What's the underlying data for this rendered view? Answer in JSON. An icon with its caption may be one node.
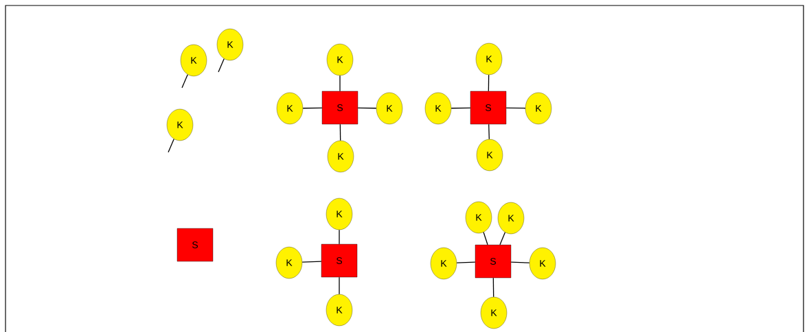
{
  "diagram": {
    "nodes": [
      {
        "text": [
          "K"
        ]
      },
      {
        "text": [
          "K"
        ]
      },
      {
        "text": [
          "K"
        ]
      },
      {
        "text": [
          "S"
        ]
      },
      {
        "text": [
          "K"
        ]
      },
      {
        "text": [
          "K"
        ]
      },
      {
        "text": [
          "K"
        ]
      },
      {
        "text": [
          "K"
        ]
      },
      {
        "text": [
          "S"
        ]
      },
      {
        "text": [
          "K"
        ]
      },
      {
        "text": [
          "K"
        ]
      },
      {
        "text": [
          "K"
        ]
      },
      {
        "text": [
          "K"
        ]
      },
      {
        "text": [
          "S"
        ]
      },
      {
        "text": [
          "S"
        ]
      },
      {
        "text": [
          "K"
        ]
      },
      {
        "text": [
          "K"
        ]
      },
      {
        "text": [
          "K"
        ]
      },
      {
        "text": [
          "S"
        ]
      },
      {
        "text": [
          "K"
        ]
      },
      {
        "text": [
          "K"
        ]
      },
      {
        "text": [
          "K"
        ]
      },
      {
        "text": [
          "K"
        ]
      },
      {
        "text": [
          "K"
        ]
      }
    ],
    "edges": [
      {
        "from": 0,
        "to": null,
        "arrow": "none"
      },
      {
        "from": 1,
        "to": null,
        "arrow": "none"
      },
      {
        "from": 2,
        "to": null,
        "arrow": "none"
      },
      {
        "from": 4,
        "to": 3,
        "arrow": "none"
      },
      {
        "from": 5,
        "to": 3,
        "arrow": "none"
      },
      {
        "from": 6,
        "to": 3,
        "arrow": "none"
      },
      {
        "from": 7,
        "to": 3,
        "arrow": "none"
      },
      {
        "from": 9,
        "to": 8,
        "arrow": "none"
      },
      {
        "from": 10,
        "to": 8,
        "arrow": "none"
      },
      {
        "from": 11,
        "to": 8,
        "arrow": "none"
      },
      {
        "from": 12,
        "to": 8,
        "arrow": "none"
      },
      {
        "from": 15,
        "to": 14,
        "arrow": "none"
      },
      {
        "from": 16,
        "to": 14,
        "arrow": "none"
      },
      {
        "from": 17,
        "to": 14,
        "arrow": "none"
      },
      {
        "from": 19,
        "to": 18,
        "arrow": "none"
      },
      {
        "from": 20,
        "to": 18,
        "arrow": "none"
      },
      {
        "from": 21,
        "to": 18,
        "arrow": "none"
      },
      {
        "from": 22,
        "to": 18,
        "arrow": "none"
      },
      {
        "from": 23,
        "to": 18,
        "arrow": "none"
      }
    ]
  }
}
